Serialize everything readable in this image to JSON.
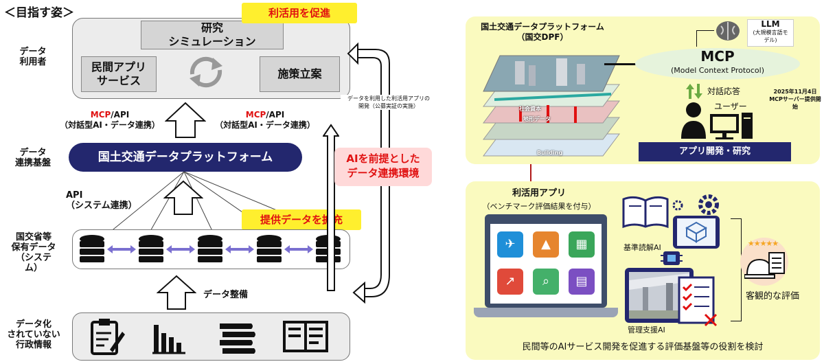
{
  "title": "＜目指す姿＞",
  "left": {
    "row_labels": {
      "users": "データ\n利用者",
      "platform": "データ\n連携基盤",
      "owned": "国交省等\n保有データ\n（システム）",
      "undigitized": "データ化\nされていない\n行政情報"
    },
    "users_box": {
      "research": "研究\nシミュレーション",
      "private_app": "民間アプリ\nサービス",
      "policy": "施策立案"
    },
    "promote_label": "利活用を促進",
    "mcp_left": {
      "mcp": "MCP",
      "api": "/API",
      "sub": "（対話型AI・データ連携）"
    },
    "mcp_right": {
      "mcp": "MCP",
      "api": "/API",
      "sub": "（対話型AI・データ連携）"
    },
    "platform_label": "国土交通データプラットフォーム",
    "api_label": "API\n（システム連携）",
    "expand_label": "提供データを拡充",
    "data_prep_label": "データ整備",
    "loop_note": "データを利用した利活用アプリの\n開発（公募実証の実施）",
    "ai_env_label": "AIを前提とした\nデータ連携環境"
  },
  "right": {
    "top": {
      "dpf_title": "国土交通データプラットフォーム\n（国交DPF）",
      "mcp_title": "MCP",
      "mcp_sub": "(Model Context Protocol)",
      "llm_title": "LLM",
      "llm_sub": "(大規模言語モ\nデル)",
      "dialog_label": "対話応答",
      "user_label": "ユーザー",
      "date_note": "2025年11月4日\nMCPサーバー提供開始",
      "dev_button": "アプリ開発・研究",
      "layers": [
        "社会資本",
        "地形データ",
        "Building"
      ]
    },
    "bottom": {
      "title": "利活用アプリ",
      "subtitle": "（ベンチマーク評価結果を付与）",
      "standard_ai": "基準読解AI",
      "mgmt_ai": "管理支援AI",
      "objective_eval": "客観的な評価",
      "footer": "民間等のAIサービス開発を促進する評価基盤等の役割を検討"
    }
  },
  "colors": {
    "navy": "#23276e",
    "yellow": "#ffef2e",
    "red": "#e01010",
    "panel": "#fafabf",
    "pink": "#ffd9d9",
    "mint": "#e6f3dc"
  }
}
